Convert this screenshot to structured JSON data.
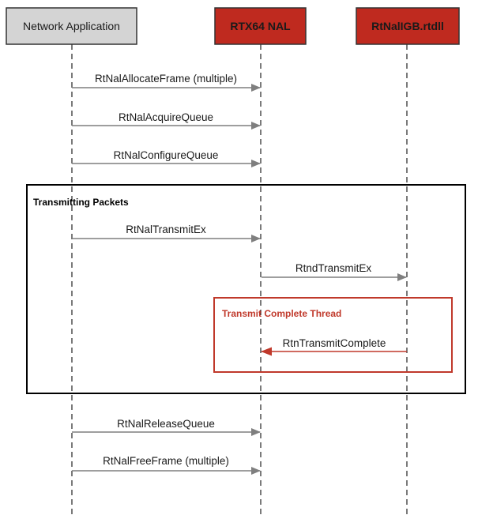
{
  "participants": [
    {
      "id": "app",
      "label": "Network Application",
      "fill": "#d4d4d4",
      "text_color": "#1a1a1a",
      "bold": false
    },
    {
      "id": "nal",
      "label": "RTX64 NAL",
      "fill": "#bf2a1f",
      "text_color": "#1a1a1a",
      "bold": true
    },
    {
      "id": "drv",
      "label": "RtNalIGB.rtdll",
      "fill": "#bf2a1f",
      "text_color": "#1a1a1a",
      "bold": true
    }
  ],
  "messages_before": [
    {
      "label": "RtNalAllocateFrame (multiple)",
      "from": "app",
      "to": "nal"
    },
    {
      "label": "RtNalAcquireQueue",
      "from": "app",
      "to": "nal"
    },
    {
      "label": "RtNalConfigureQueue",
      "from": "app",
      "to": "nal"
    }
  ],
  "loop_frame": {
    "title": "Transmitting Packets",
    "messages": [
      {
        "label": "RtNalTransmitEx",
        "from": "app",
        "to": "nal"
      },
      {
        "label": "RtndTransmitEx",
        "from": "nal",
        "to": "drv"
      }
    ],
    "inner_frame": {
      "title": "Transmit Complete Thread",
      "color": "#c0392b",
      "message": {
        "label": "RtnTransmitComplete",
        "from": "drv",
        "to": "nal"
      }
    }
  },
  "messages_after": [
    {
      "label": "RtNalReleaseQueue",
      "from": "app",
      "to": "nal"
    },
    {
      "label": "RtNalFreeFrame (multiple)",
      "from": "app",
      "to": "nal"
    }
  ],
  "colors": {
    "arrow": "#7f7f7f",
    "lifeline": "#222222",
    "outer_frame": "#000000",
    "inner_frame": "#c0392b",
    "participant_border": "#333333"
  }
}
